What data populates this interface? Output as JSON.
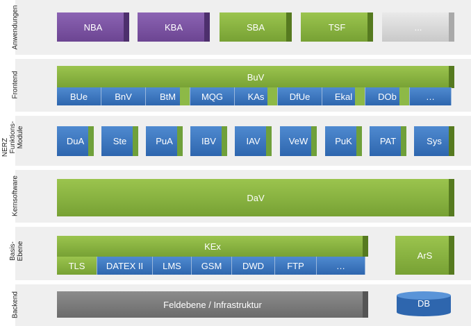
{
  "rows": {
    "anwendungen": {
      "label": "Anwendungen",
      "boxes": [
        "NBA",
        "KBA",
        "SBA",
        "TSF",
        "..."
      ]
    },
    "frontend": {
      "label": "Frontend",
      "bar": "BuV",
      "cells": [
        "BUe",
        "BnV",
        "BtM",
        "MQG",
        "KAs",
        "DfUe",
        "Ekal",
        "DOb",
        "…"
      ]
    },
    "funktionsmodule": {
      "label": "Funktions-\nModule",
      "boxes": [
        "DuA",
        "Ste",
        "PuA",
        "IBV",
        "IAV",
        "VeW",
        "PuK",
        "PAT",
        "Sys"
      ]
    },
    "kernsoftware": {
      "label": "Kernsoftware",
      "bar": "DaV"
    },
    "basis": {
      "label": "Basis-\nEbene",
      "bar": "KEx",
      "cells": [
        "TLS",
        "DATEX II",
        "LMS",
        "GSM",
        "DWD",
        "FTP",
        "…"
      ],
      "side": "ArS"
    },
    "backend": {
      "label": "Backend",
      "bar": "Feldebene / Infrastruktur",
      "db": "DB"
    }
  },
  "group_label": "NERZ",
  "colors": {
    "purple": "#7a52a3",
    "green": "#8ab443",
    "blue": "#3a74be",
    "gray": "#d4d4d4",
    "dark_gray": "#7a7a7a",
    "band": "#efefef"
  }
}
